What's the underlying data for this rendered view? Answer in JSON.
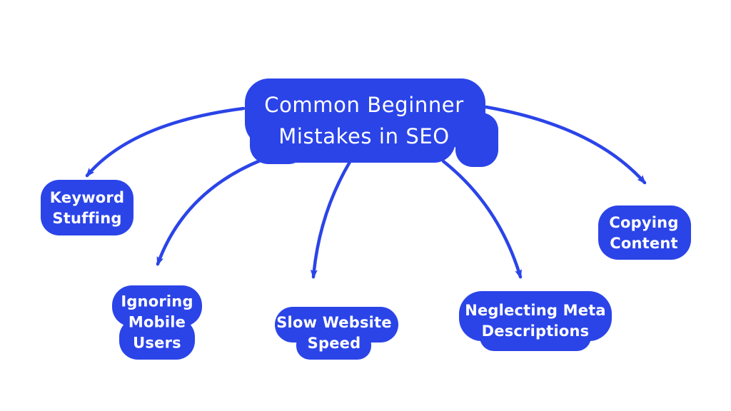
{
  "colors": {
    "primary": "#2B44E8",
    "text_on_primary": "#FFFFFF",
    "background": "#FFFFFF"
  },
  "mindmap": {
    "root": {
      "label": "Common Beginner Mistakes in SEO",
      "lines": [
        "Common Beginner",
        "Mistakes in SEO"
      ]
    },
    "branches": [
      {
        "label": "Keyword Stuffing",
        "lines": [
          "Keyword",
          "Stuffing"
        ]
      },
      {
        "label": "Ignoring Mobile Users",
        "lines": [
          "Ignoring",
          "Mobile",
          "Users"
        ]
      },
      {
        "label": "Slow Website Speed",
        "lines": [
          "Slow Website",
          "Speed"
        ]
      },
      {
        "label": "Neglecting Meta Descriptions",
        "lines": [
          "Neglecting Meta",
          "Descriptions"
        ]
      },
      {
        "label": "Copying Content",
        "lines": [
          "Copying",
          "Content"
        ]
      }
    ]
  }
}
